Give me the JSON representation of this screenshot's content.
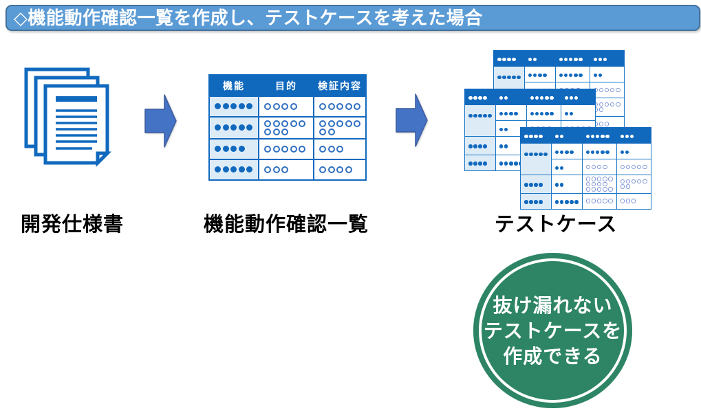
{
  "title": "◇機能動作確認一覧を作成し、テストケースを考えた場合",
  "colors": {
    "title_bg": "#5B9BD5",
    "title_border": "#41719C",
    "table_blue": "#1169BE",
    "light_cell_bg": "#DDEBF7",
    "ring_blue": "#2F6FC1",
    "ring_light_blue": "#7E95D6",
    "arrow_fill": "#4472C4",
    "badge_green": "#2D8565"
  },
  "icons": {
    "documents": "document-stack-icon",
    "arrow": "right-arrow-icon"
  },
  "labels": {
    "spec_doc": "開発仕様書",
    "check_list": "機能動作確認一覧",
    "test_case": "テストケース"
  },
  "spec_table": {
    "headers": [
      "機能",
      "目的",
      "検証内容"
    ],
    "rows": [
      {
        "func_dots": 5,
        "purpose_rings": [
          4
        ],
        "verify_rings": [
          5
        ]
      },
      {
        "func_dots": 5,
        "purpose_rings": [
          5,
          3
        ],
        "verify_rings": [
          5,
          2
        ]
      },
      {
        "func_dots": 4,
        "purpose_rings": [
          5
        ],
        "verify_rings": [
          3
        ]
      },
      {
        "func_dots": 5,
        "purpose_rings": [
          3
        ],
        "verify_rings": [
          4
        ]
      }
    ]
  },
  "test_table": {
    "count": 3,
    "header_dots": [
      4,
      2,
      5,
      3
    ],
    "rows": [
      {
        "cells": [
          {
            "filled": 5,
            "light": true,
            "rowspan": 2
          },
          {
            "filled": 4
          },
          {
            "filled": 5
          },
          {
            "filled": 2
          }
        ]
      },
      {
        "cells": [
          {
            "filled": 2
          },
          {
            "rings": [
              4
            ]
          },
          {
            "rings": [
              5
            ]
          }
        ]
      },
      {
        "cells": [
          {
            "filled": 4,
            "light": true
          },
          {
            "filled": 2
          },
          {
            "rings": [
              5,
              4,
              5
            ]
          },
          {
            "rings": [
              5,
              2
            ]
          }
        ]
      },
      {
        "cells": [
          {
            "filled": 4,
            "light": true
          },
          {
            "filled": 5
          },
          {
            "rings": [
              5
            ]
          },
          {
            "rings": [
              3
            ]
          }
        ]
      }
    ]
  },
  "badge": {
    "lines": [
      "抜け漏れない",
      "テストケースを",
      "作成できる"
    ]
  }
}
